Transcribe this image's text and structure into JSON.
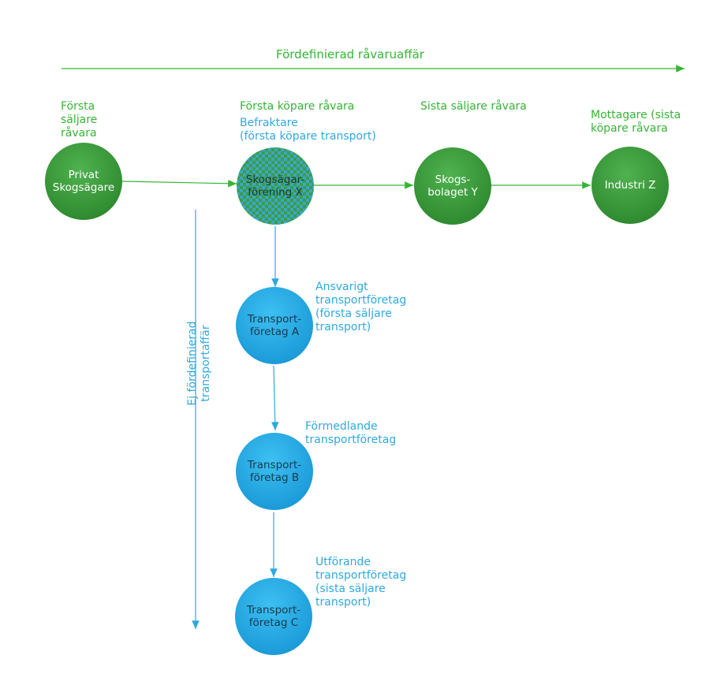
{
  "title": "Fördefinierad råvaruaffär",
  "vertical_label": "Ej fördefinierad\ntransportaffär",
  "colors": {
    "green": "#35b535",
    "blue": "#2fa8df",
    "node_green": "#3d9a3d",
    "node_blue": "#23aee8"
  },
  "nodes": {
    "privat": "Privat\nSkogsägare",
    "forening": "Skogsägar-\nförening X",
    "bolaget": "Skogs-\nbolaget Y",
    "industri": "Industri Z",
    "transport_a": "Transport-\nföretag A",
    "transport_b": "Transport-\nföretag B",
    "transport_c": "Transport-\nföretag C"
  },
  "labels": {
    "forsta_saljare": "Första\nsäljare\nråvara",
    "forsta_kopare": "Första köpare råvara",
    "befraktare": "Befraktare\n(första köpare transport)",
    "sista_saljare": "Sista säljare råvara",
    "mottagare": "Mottagare (sista\nköpare råvara",
    "ansvarigt": "Ansvarigt\ntransportföretag\n(första säljare\ntransport)",
    "formedlande": "Förmedlande\ntransportföretag",
    "utforande": "Utförande\ntransportföretag\n(sista säljare\ntransport)"
  }
}
